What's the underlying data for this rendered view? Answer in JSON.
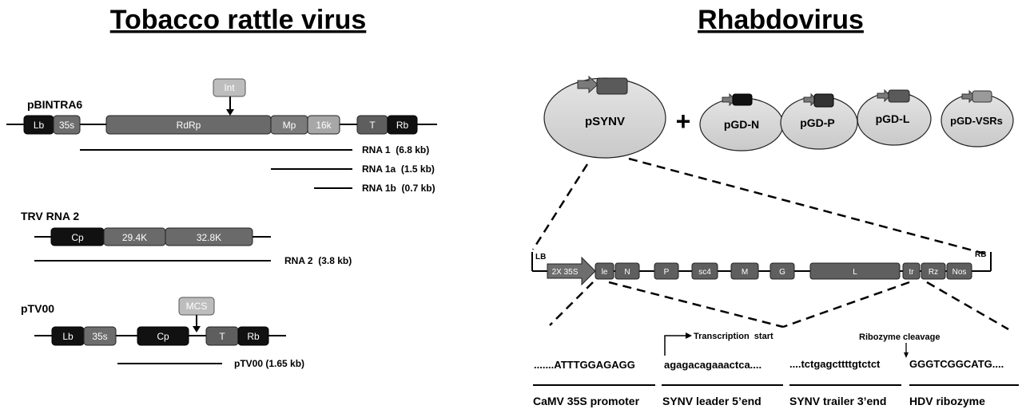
{
  "left_panel": {
    "title": "Tobacco rattle virus",
    "pbintra6": {
      "label": "pBINTRA6",
      "int_label": "Int",
      "boxes": [
        "Lb",
        "35s",
        "RdRp",
        "Mp",
        "16k",
        "T",
        "Rb"
      ],
      "rnas": [
        "RNA 1  (6.8 kb)",
        "RNA 1a  (1.5 kb)",
        "RNA 1b  (0.7 kb)"
      ]
    },
    "trv_rna2": {
      "label": "TRV RNA 2",
      "boxes": [
        "Cp",
        "29.4K",
        "32.8K"
      ],
      "rna": "RNA 2  (3.8 kb)"
    },
    "ptv00": {
      "label": "pTV00",
      "mcs_label": "MCS",
      "boxes": [
        "Lb",
        "35s",
        "Cp",
        "T",
        "Rb"
      ],
      "rna": "pTV00 (1.65 kb)"
    }
  },
  "right_panel": {
    "title": "Rhabdovirus",
    "plasmids": {
      "main": "pSYNV",
      "plus": "+",
      "helpers": [
        "pGD-N",
        "pGD-P",
        "pGD-L",
        "pGD-VSRs"
      ]
    },
    "construct": {
      "lb": "LB",
      "rb": "RB",
      "promoter": "2X 35S",
      "genes": [
        "le",
        "N",
        "P",
        "sc4",
        "M",
        "G",
        "L",
        "tr",
        "Rz",
        "Nos"
      ]
    },
    "sequences": {
      "seq1": ".......ATTTGGAGAGG",
      "seq2": "agagacagaaactca....",
      "seq3": "....tctgagcttttgtctct",
      "seq4": "GGGTCGGCATG....",
      "transcription_start": "Transcription  start",
      "ribozyme_cleavage": "Ribozyme cleavage"
    },
    "labels": [
      "CaMV 35S promoter",
      "SYNV leader 5’end",
      "SYNV trailer 3’end",
      "HDV ribozyme"
    ]
  }
}
